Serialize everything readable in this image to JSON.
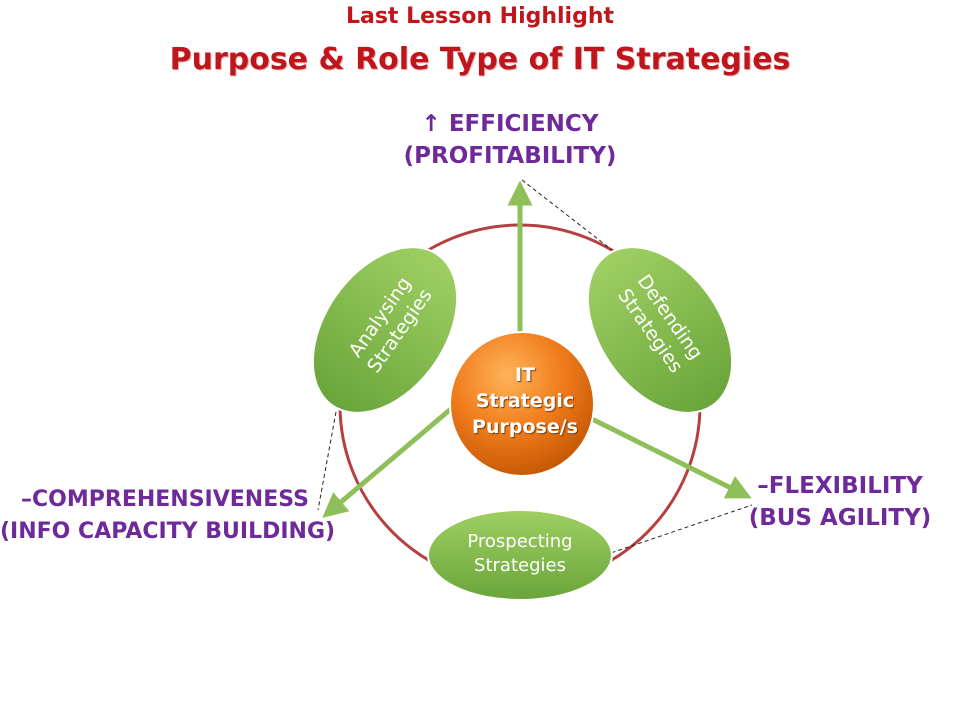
{
  "header": {
    "subtitle": "Last Lesson Highlight",
    "title": "Purpose & Role Type of IT Strategies"
  },
  "center": {
    "line1": "IT",
    "line2": "Strategic",
    "line3": "Purpose/s",
    "color": "#f07c1c"
  },
  "strategies": {
    "analysing": {
      "line1": "Analysing",
      "line2": "Strategies"
    },
    "defending": {
      "line1": "Defending",
      "line2": "Strategies"
    },
    "prospecting": {
      "line1": "Prospecting",
      "line2": "Strategies"
    },
    "color": "#7cb342"
  },
  "outcomes": {
    "efficiency": {
      "line1": "↑ Efficiency",
      "line2": "(Profitability)"
    },
    "comprehensiveness": {
      "line1": "–Comprehensiveness",
      "line2": "(Info capacity building)"
    },
    "flexibility": {
      "line1": "–Flexibility",
      "line2": "(Bus agility)"
    },
    "color": "#6f2a99"
  },
  "colors": {
    "title": "#c0151b",
    "circle": "#b5403f",
    "arrow": "#8fbf5a"
  }
}
